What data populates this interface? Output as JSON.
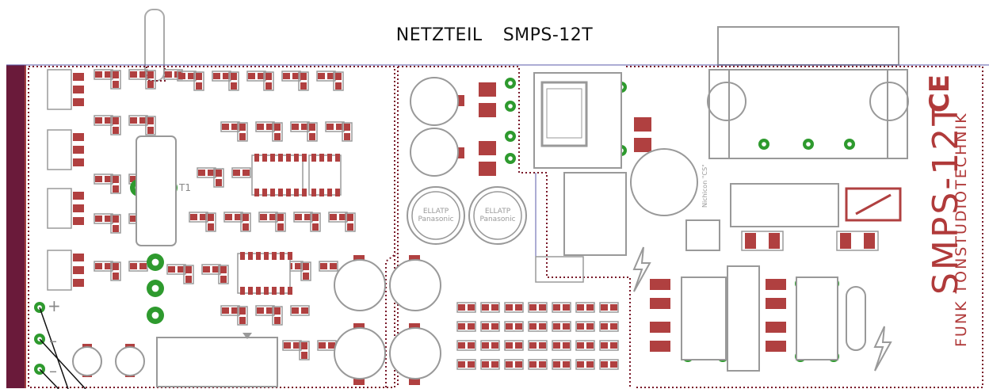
{
  "title": {
    "left": "NETZTEIL",
    "right": "SMPS-12T"
  },
  "brand": "SMPS-12T",
  "subtitle": "FUNK TONSTUDIOTECHNIK",
  "ce_mark": "CE",
  "component_labels": {
    "cap1_line1": "ELLATP",
    "cap1_line2": "Panasonic",
    "cap2_line1": "ELLATP",
    "cap2_line2": "Panasonic",
    "nichicon": "Nichicon \"CS\"",
    "t1": "T1"
  },
  "terminal_labels": [
    "+",
    "–",
    "–"
  ],
  "colors": {
    "pad": "#b04040",
    "silk": "#9a9a9a",
    "via": "#2e9a2e",
    "trace": "#7a1a2a",
    "edge": "#6a1a3a"
  }
}
